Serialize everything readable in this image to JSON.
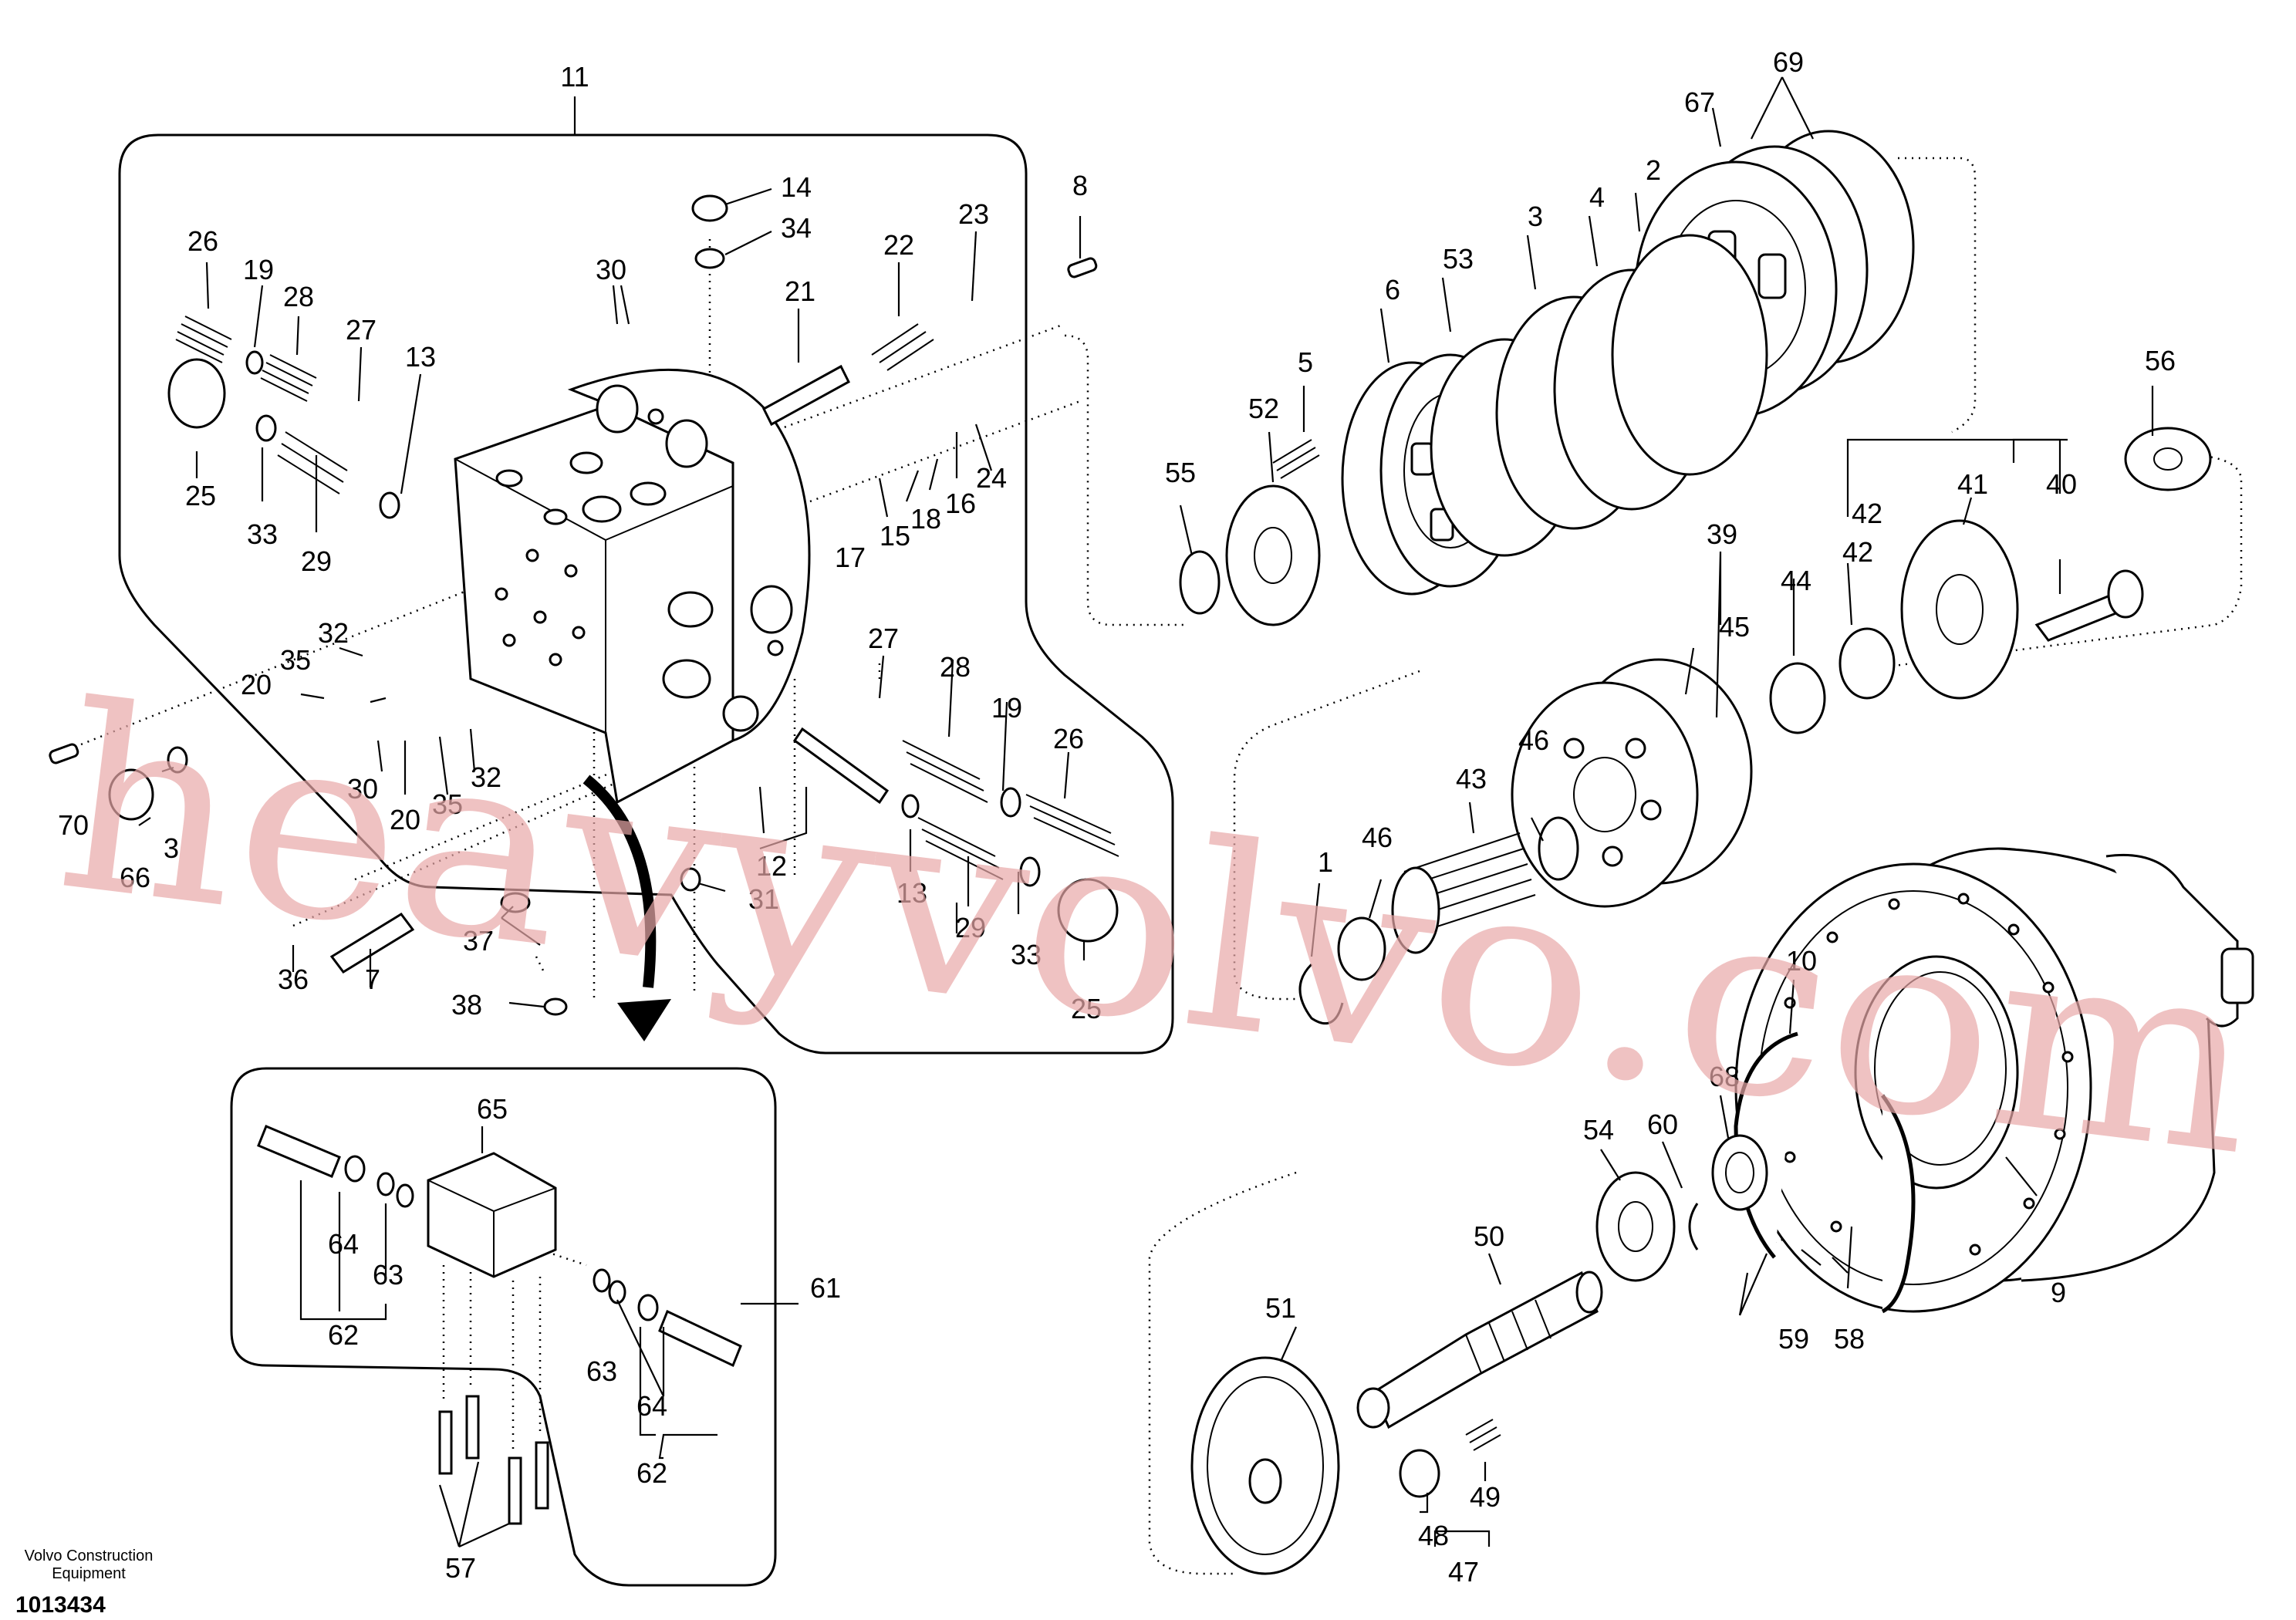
{
  "diagram": {
    "labels": {
      "p1": "1",
      "p2": "2",
      "p3": "3",
      "p4": "4",
      "p5": "5",
      "p6": "6",
      "p7": "7",
      "p8": "8",
      "p9": "9",
      "p10": "10",
      "p11": "11",
      "p12": "12",
      "p13a": "13",
      "p13b": "13",
      "p14": "14",
      "p15": "15",
      "p16": "16",
      "p17": "17",
      "p18": "18",
      "p19a": "19",
      "p19b": "19",
      "p20a": "20",
      "p20b": "20",
      "p21": "21",
      "p22": "22",
      "p23": "23",
      "p24": "24",
      "p25a": "25",
      "p25b": "25",
      "p26a": "26",
      "p26b": "26",
      "p27a": "27",
      "p27b": "27",
      "p28a": "28",
      "p28b": "28",
      "p29a": "29",
      "p29b": "29",
      "p30a": "30",
      "p30b": "30",
      "p31": "31",
      "p32a": "32",
      "p32b": "32",
      "p33a": "33",
      "p33b": "33",
      "p33c": "3",
      "p34": "34",
      "p35a": "35",
      "p35b": "35",
      "p36": "36",
      "p37": "37",
      "p38": "38",
      "p39": "39",
      "p40": "40",
      "p41": "41",
      "p42a": "42",
      "p42b": "42",
      "p43": "43",
      "p44": "44",
      "p45": "45",
      "p46a": "46",
      "p46b": "46",
      "p47": "47",
      "p48": "48",
      "p49": "49",
      "p50": "50",
      "p51": "51",
      "p52": "52",
      "p53": "53",
      "p54": "54",
      "p55": "55",
      "p56": "56",
      "p57": "57",
      "p58": "58",
      "p59": "59",
      "p60": "60",
      "p61": "61",
      "p62a": "62",
      "p62b": "62",
      "p63a": "63",
      "p63b": "63",
      "p64a": "64",
      "p64b": "64",
      "p65": "65",
      "p66": "66",
      "p67": "67",
      "p68": "68",
      "p69": "69",
      "p70": "70"
    }
  },
  "footer": {
    "brand_line1": "Volvo Construction",
    "brand_line2": "Equipment",
    "doc_number": "1013434"
  },
  "watermark": {
    "text": "heavyvolvo.com",
    "color": "#e9a9a9"
  }
}
